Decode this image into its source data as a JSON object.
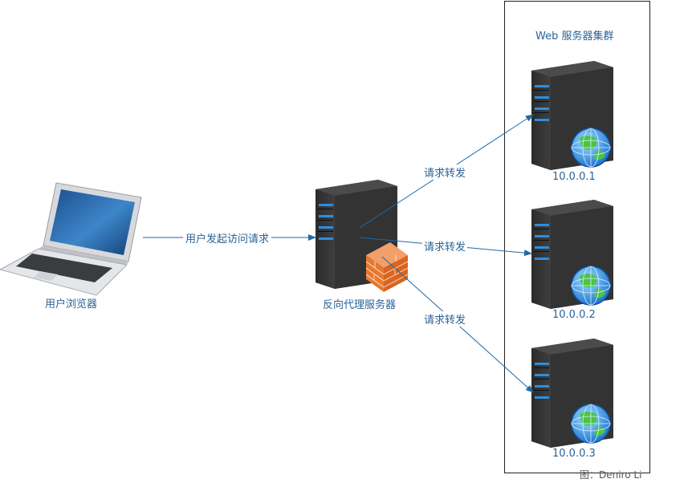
{
  "client": {
    "label": "用户浏览器"
  },
  "proxy": {
    "label": "反向代理服务器"
  },
  "cluster": {
    "title": "Web 服务器集群",
    "servers": [
      {
        "ip": "10.0.0.1"
      },
      {
        "ip": "10.0.0.2"
      },
      {
        "ip": "10.0.0.3"
      }
    ]
  },
  "edges": {
    "client_to_proxy": "用户发起访问请求",
    "forward": [
      "请求转发",
      "请求转发",
      "请求转发"
    ]
  },
  "credit": "图：Deniro Li",
  "colors": {
    "arrow": "#1f6aa5",
    "label": "#2a6396",
    "server_body": "#3a3a3a",
    "server_led": "#2e8de0",
    "firewall": "#e8782e"
  }
}
